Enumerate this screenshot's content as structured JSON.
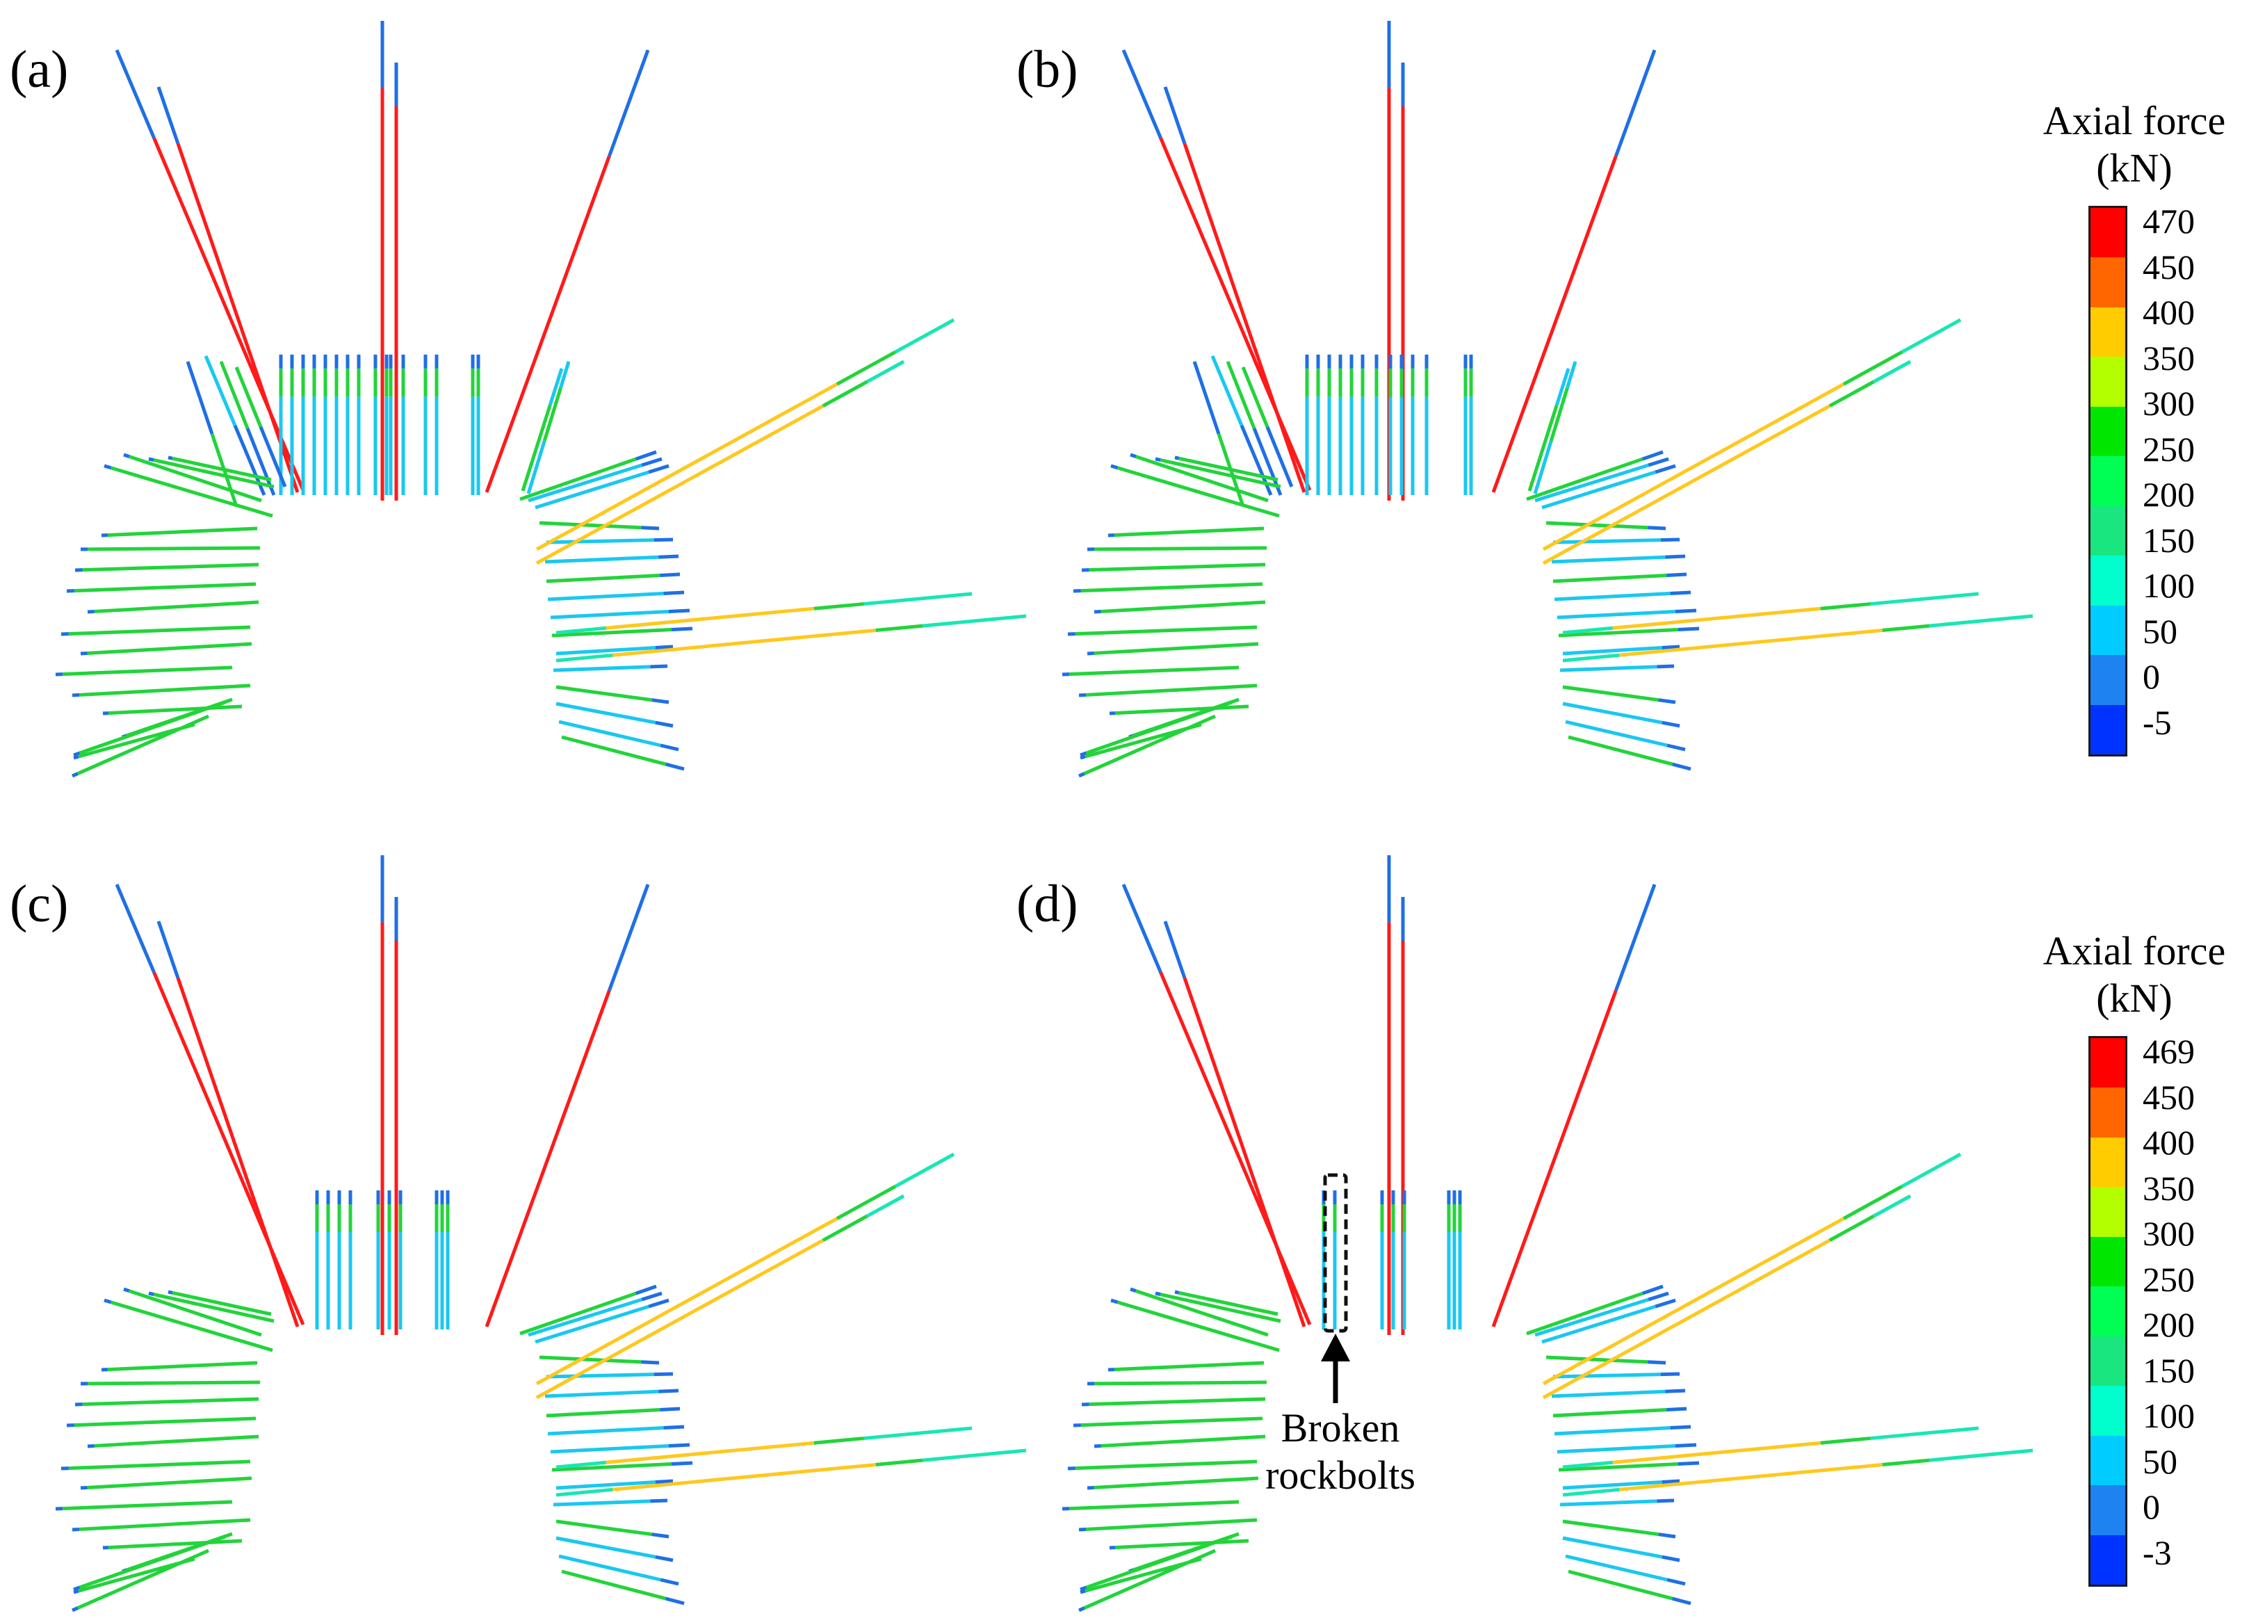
{
  "panels": [
    {
      "label": "(a)"
    },
    {
      "label": "(b)"
    },
    {
      "label": "(c)"
    },
    {
      "label": "(d)"
    }
  ],
  "legends": [
    {
      "title_line1": "Axial force",
      "title_line2": "(kN)",
      "ticks": [
        "470",
        "450",
        "400",
        "350",
        "300",
        "250",
        "200",
        "150",
        "100",
        "50",
        "0",
        "-5"
      ]
    },
    {
      "title_line1": "Axial force",
      "title_line2": "(kN)",
      "ticks": [
        "469",
        "450",
        "400",
        "350",
        "300",
        "250",
        "200",
        "150",
        "100",
        "50",
        "0",
        "-3"
      ]
    }
  ],
  "colorbar_colors": [
    "#ff0000",
    "#ff6600",
    "#ffcc00",
    "#b3ff00",
    "#00e600",
    "#00ff55",
    "#19e67f",
    "#00ffcc",
    "#00ccff",
    "#1e82f0",
    "#0033ff"
  ],
  "bolt_colors": {
    "red": "#ff1a1a",
    "blue": "#1f6fe6",
    "cyan": "#19c8f0",
    "green": "#22d43a",
    "yellow": "#ffc81e",
    "teal": "#19e6b4"
  },
  "annotation": {
    "line1": "Broken",
    "line2": "rockbolts"
  }
}
